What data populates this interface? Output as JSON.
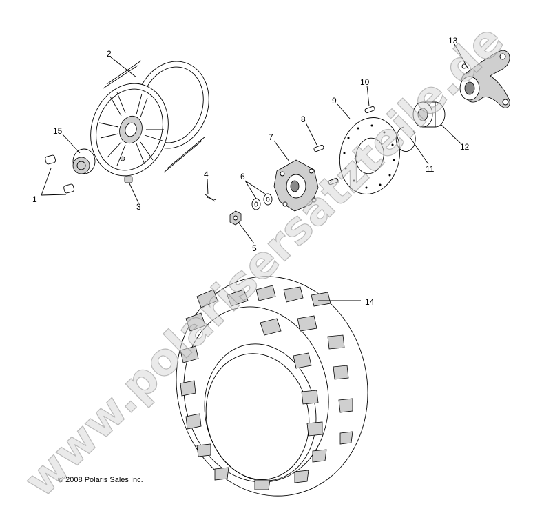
{
  "callouts": {
    "c1": "1",
    "c2": "2",
    "c3": "3",
    "c4": "4",
    "c5": "5",
    "c6": "6",
    "c7": "7",
    "c8": "8",
    "c9": "9",
    "c10": "10",
    "c11": "11",
    "c12": "12",
    "c13": "13",
    "c14": "14",
    "c15": "15"
  },
  "copyright": "© 2008 Polaris Sales Inc.",
  "watermark": "www.polarisersatzteile.de"
}
